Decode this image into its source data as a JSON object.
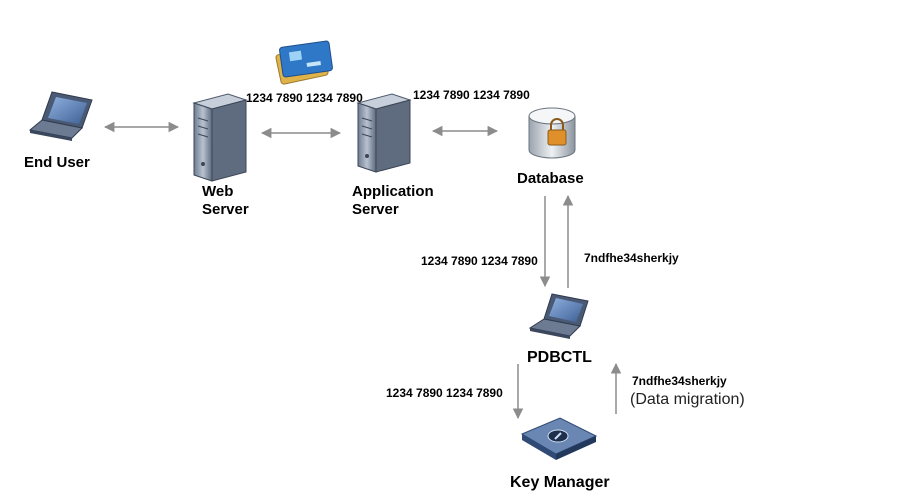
{
  "nodes": {
    "end_user": "End User",
    "web_server": [
      "Web",
      "Server"
    ],
    "app_server": [
      "Application",
      "Server"
    ],
    "database": "Database",
    "pdbctl": "PDBCTL",
    "key_manager": "Key Manager"
  },
  "flows": {
    "card_number_web": "1234 7890 1234 7890",
    "card_number_app": "1234 7890 1234 7890",
    "card_number_db_to_pdbctl": "1234 7890 1234 7890",
    "encrypted_pdbctl_to_db": "7ndfhe34sherkjy",
    "card_number_pdbctl_to_km": "1234 7890 1234 7890",
    "encrypted_km_to_pdbctl": "7ndfhe34sherkjy",
    "migration_note": "(Data migration)"
  },
  "icons": {
    "end_user": "laptop-icon",
    "web_server": "server-tower-icon",
    "app_server": "server-tower-icon",
    "database": "database-lock-icon",
    "pdbctl": "laptop-icon",
    "key_manager": "key-manager-appliance-icon",
    "cards": "credit-cards-icon"
  },
  "colors": {
    "arrow": "#8c8c8c",
    "laptop_body": "#4a5a75",
    "server": "#8a98ac",
    "card_blue": "#2f78c8",
    "card_yellow": "#e0b24a",
    "appliance": "#3f5f8f"
  }
}
